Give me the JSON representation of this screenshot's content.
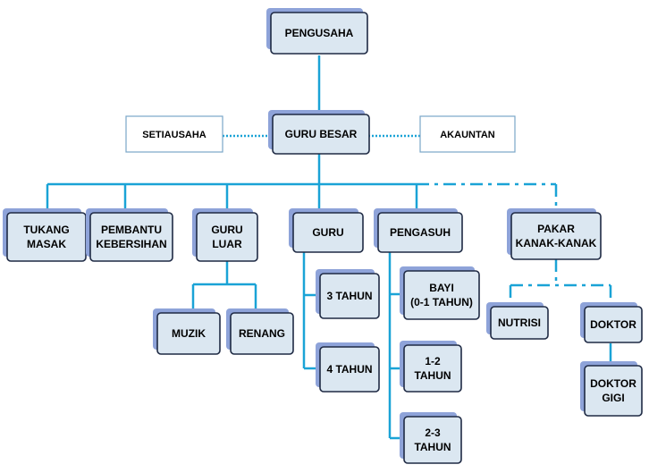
{
  "nodes": {
    "pengusaha": [
      "PENGUSAHA"
    ],
    "guru_besar": [
      "GURU BESAR"
    ],
    "setiausaha": [
      "SETIAUSAHA"
    ],
    "akauntan": [
      "AKAUNTAN"
    ],
    "tukang_masak": [
      "TUKANG",
      "MASAK"
    ],
    "pembantu_kebersihan": [
      "PEMBANTU",
      "KEBERSIHAN"
    ],
    "guru_luar": [
      "GURU",
      "LUAR"
    ],
    "guru": [
      "GURU"
    ],
    "pengasuh": [
      "PENGASUH"
    ],
    "pakar_kanak": [
      "PAKAR",
      "KANAK-KANAK"
    ],
    "muzik": [
      "MUZIK"
    ],
    "renang": [
      "RENANG"
    ],
    "tiga_tahun": [
      "3 TAHUN"
    ],
    "empat_tahun": [
      "4 TAHUN"
    ],
    "bayi": [
      "BAYI",
      "(0-1 TAHUN)"
    ],
    "satu_dua_tahun": [
      "1-2",
      "TAHUN"
    ],
    "dua_tiga_tahun": [
      "2-3",
      "TAHUN"
    ],
    "nutrisi": [
      "NUTRISI"
    ],
    "doktor": [
      "DOKTOR"
    ],
    "doktor_gigi": [
      "DOKTOR",
      "GIGI"
    ]
  },
  "colors": {
    "connector": "#1aa3d6",
    "box_fill": "#dbe7f1",
    "box_border": "#1f2a44",
    "box_shadow": "#8ea3d9"
  }
}
